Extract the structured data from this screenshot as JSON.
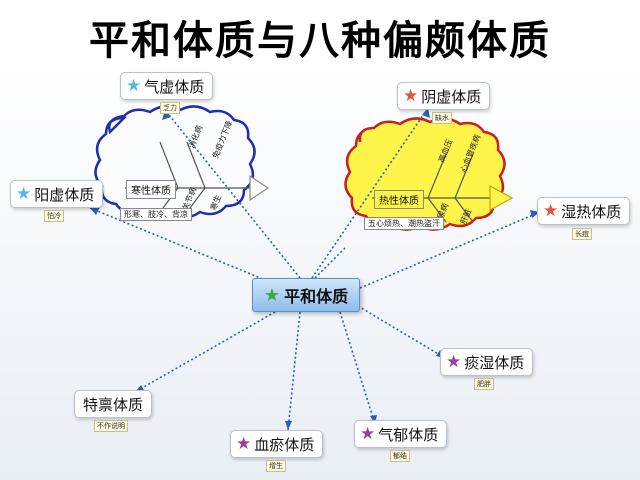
{
  "title": "平和体质与八种偏颇体质",
  "central": {
    "label": "平和体质",
    "icon": "green-star-icon"
  },
  "nodes": {
    "qixu": {
      "label": "气虚体质",
      "note": "乏力",
      "icon": "blue-star-icon"
    },
    "yangxu": {
      "label": "阳虚体质",
      "note": "怕冷",
      "icon": "blue-star-icon"
    },
    "yinxu": {
      "label": "阴虚体质",
      "note": "缺水",
      "icon": "red-star-icon"
    },
    "shire": {
      "label": "湿热体质",
      "note": "长痘",
      "icon": "red-star-icon"
    },
    "tanshi": {
      "label": "痰湿体质",
      "note": "肥胖",
      "icon": "purple-star-icon"
    },
    "qiyu": {
      "label": "气郁体质",
      "note": "郁结",
      "icon": "purple-star-icon"
    },
    "xueyu": {
      "label": "血瘀体质",
      "note": "增生",
      "icon": "purple-star-icon"
    },
    "tebing": {
      "label": "特禀体质",
      "note": "不作说明"
    }
  },
  "cold_fish": {
    "head": "寒性体质",
    "upper": [
      "消化病",
      "免疫力下降"
    ],
    "lower": [
      "关节病",
      "寒生"
    ],
    "tail": "形寒、肢冷、背凉"
  },
  "hot_fish": {
    "head": "热性体质",
    "upper": [
      "高血压",
      "心血管疾病"
    ],
    "lower": [
      "糖尿病",
      "肝脏"
    ],
    "tail": "五心烦热、潮热盗汗"
  },
  "colors": {
    "cold_cloud_border": "#1f2fa8",
    "hot_cloud_fill": "#fff44a",
    "hot_cloud_border": "#c82020",
    "link": "#2c5fb5",
    "blue_star": "#5bb6e6",
    "red_star": "#e2553a",
    "purple_star": "#9c3fa3",
    "green_star": "#3fa83a"
  }
}
